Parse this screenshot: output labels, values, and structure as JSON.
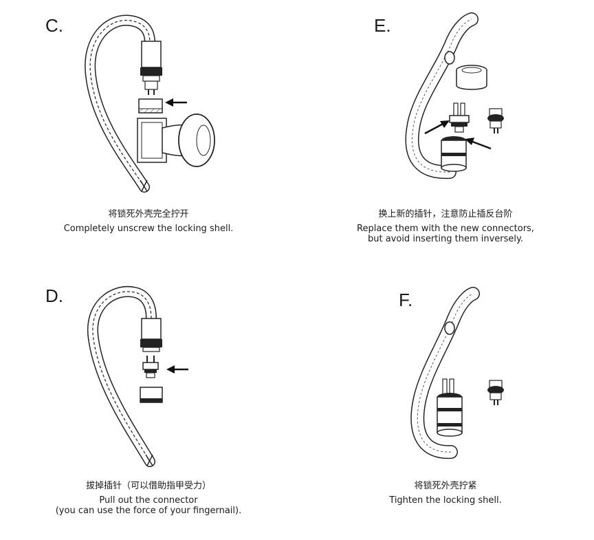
{
  "steps": [
    {
      "letter": "C.",
      "caption_zh": "将锁死外壳完全拧开",
      "caption_en": "Completely unscrew the locking shell."
    },
    {
      "letter": "E.",
      "caption_zh": "换上新的插针，注意防止插反台阶",
      "caption_en": "Replace them with the new connectors,\nbut avoid inserting them inversely."
    },
    {
      "letter": "D.",
      "caption_zh": "拔掉插针（可以借助指甲受力）",
      "caption_en": "Pull out the connector\n(you can use the force of your fingernail)."
    },
    {
      "letter": "F.",
      "caption_zh": "将锁死外壳拧紧",
      "caption_en": "Tighten the locking shell."
    }
  ]
}
